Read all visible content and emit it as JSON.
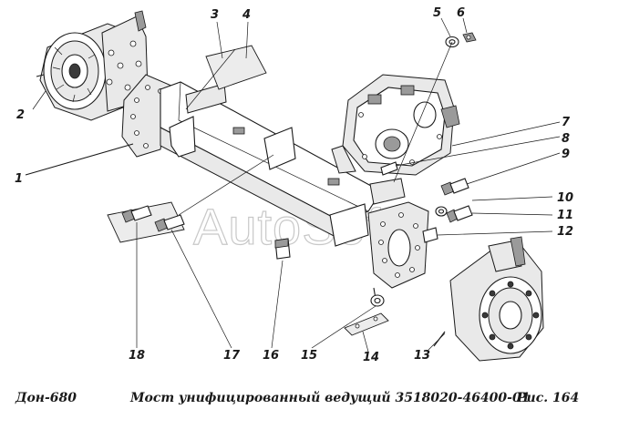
{
  "caption": {
    "model": "Дон-680",
    "title": "Мост унифицированный ведущий 3518020-46400-01",
    "figure": "Рис.  164"
  },
  "watermark": "AutoSoft",
  "callouts": [
    "1",
    "2",
    "3",
    "4",
    "5",
    "6",
    "7",
    "8",
    "9",
    "10",
    "11",
    "12",
    "13",
    "14",
    "15",
    "16",
    "17",
    "18"
  ]
}
